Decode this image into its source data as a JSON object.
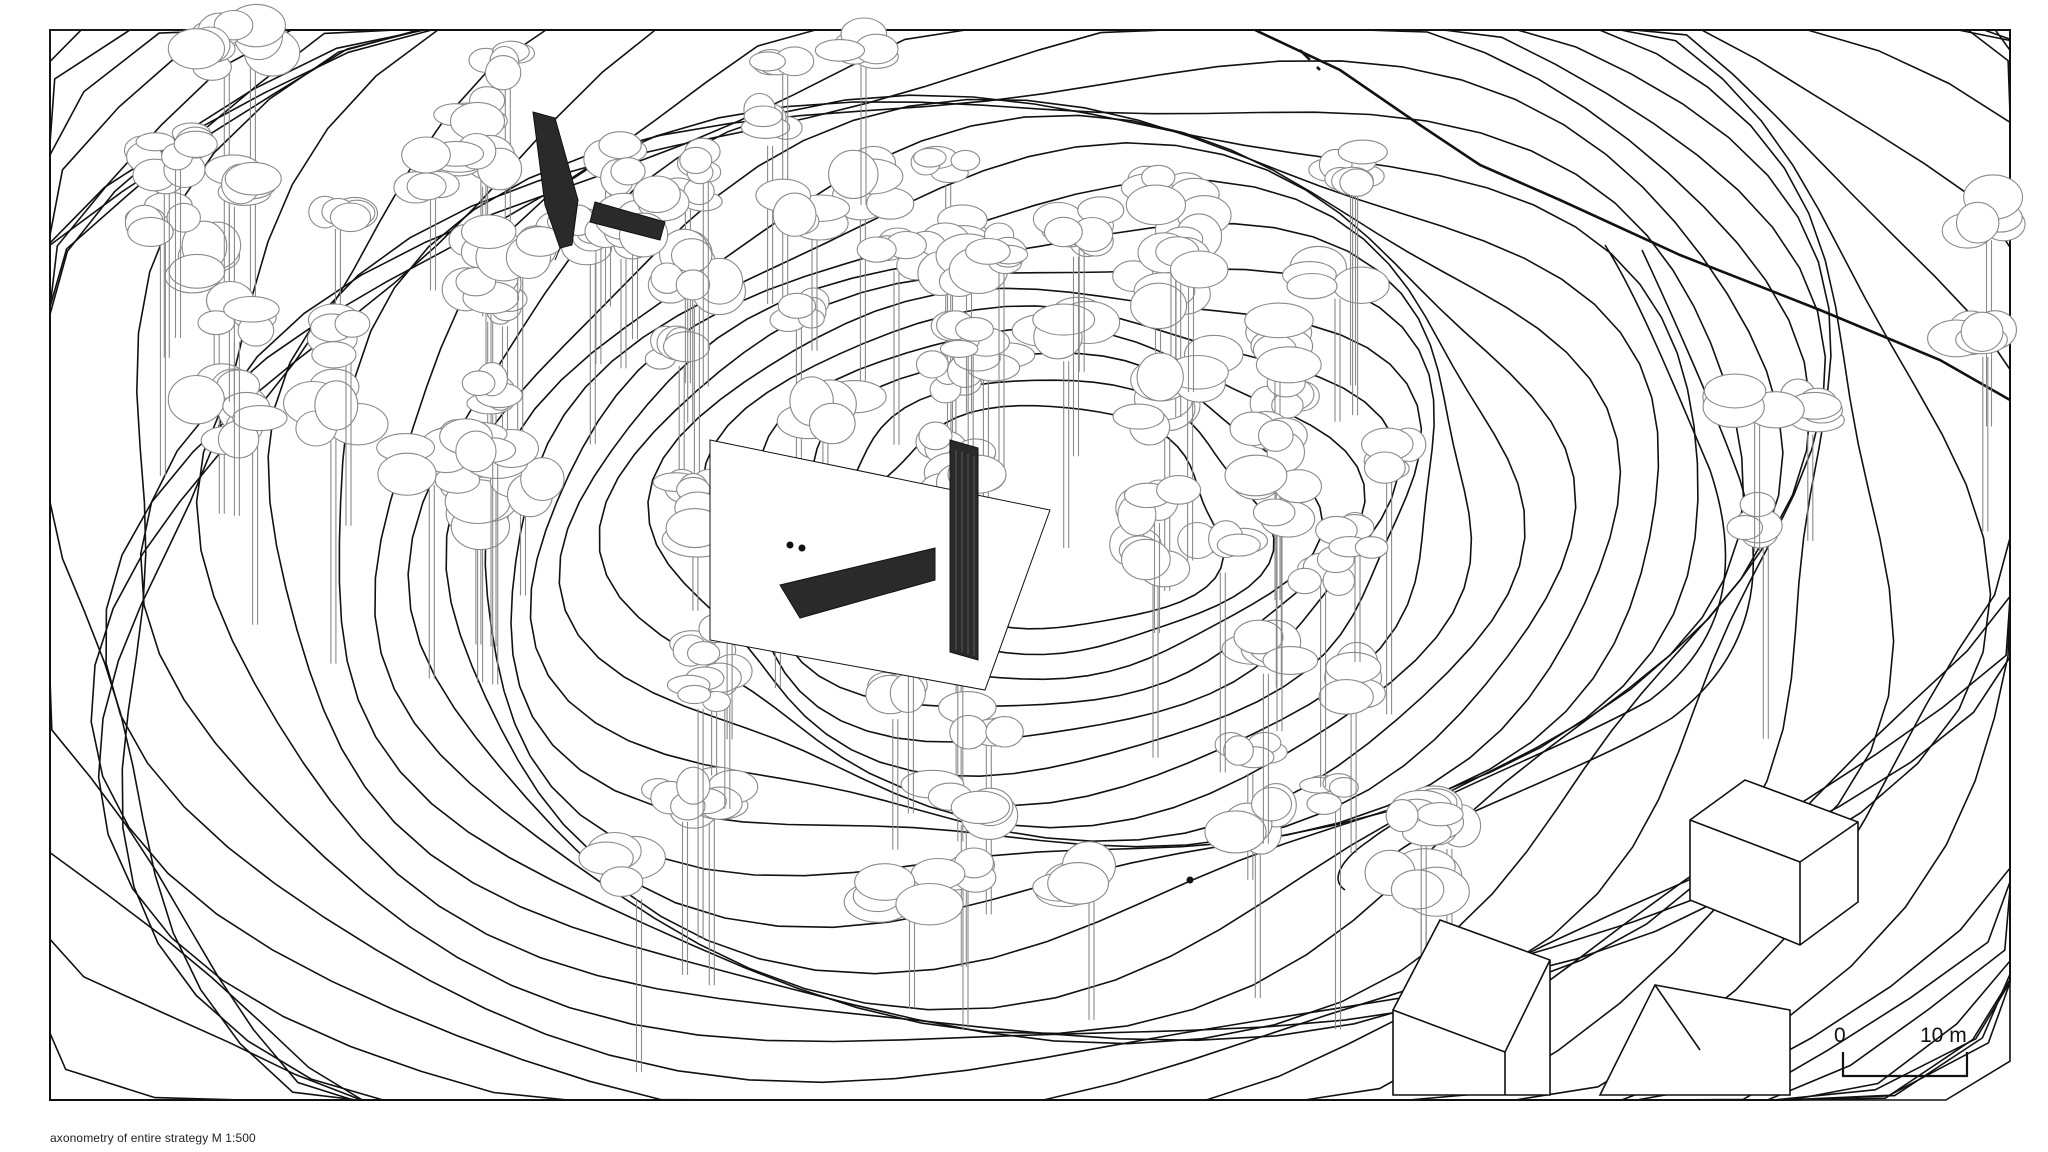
{
  "caption": "axonometry of entire strategy M 1:500",
  "scale_bar": {
    "start_label": "0",
    "end_label": "10 m"
  },
  "colors": {
    "background": "#ffffff",
    "line": "#111111",
    "tree_line": "#8a8a8a",
    "building_fill": "#2a2a2a"
  }
}
